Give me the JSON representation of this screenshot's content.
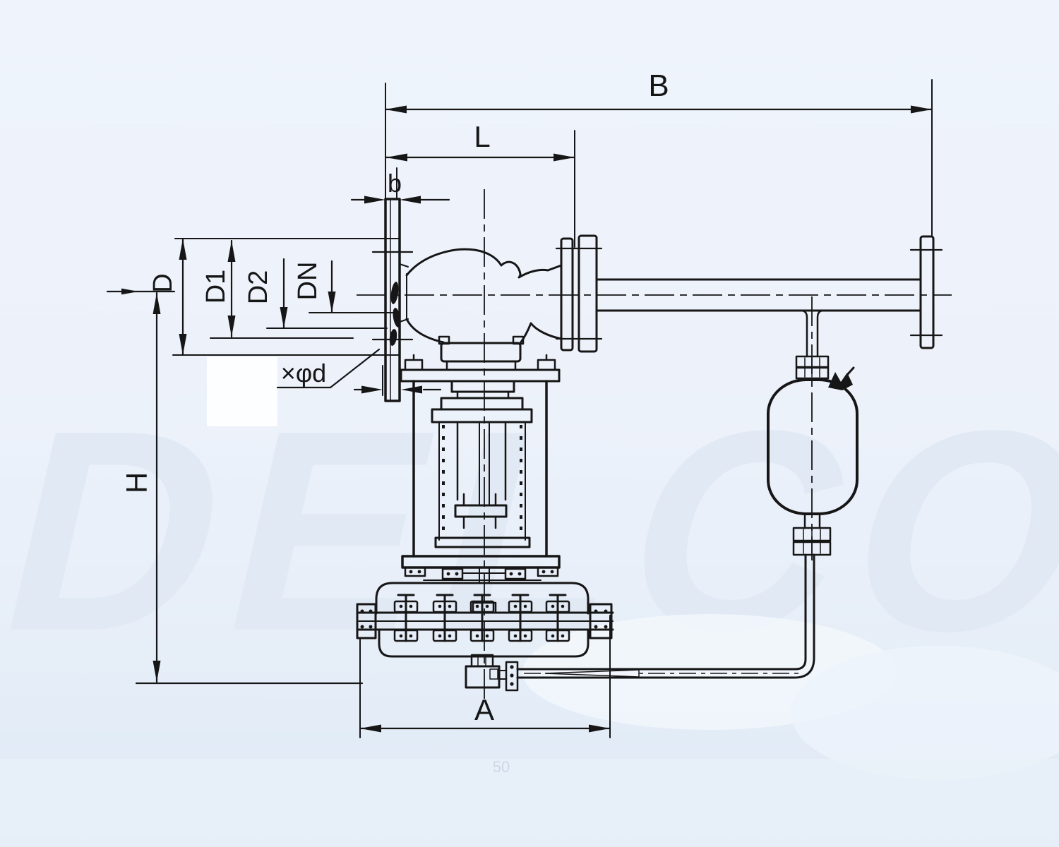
{
  "drawing": {
    "watermark": {
      "text": "DELCO",
      "stray_number": "50"
    },
    "dimensions": {
      "B": "B",
      "L": "L",
      "b": "b",
      "D": "D",
      "D1": "D1",
      "D2": "D2",
      "DN": "DN",
      "bolt_holes": "×φd",
      "H": "H",
      "A": "A"
    },
    "colors": {
      "ink": "#161616",
      "background_top": "#eff4fc",
      "background_bottom": "#dde8f5",
      "watermark": "#e0e9f4",
      "patch": "#fdfeff"
    }
  }
}
